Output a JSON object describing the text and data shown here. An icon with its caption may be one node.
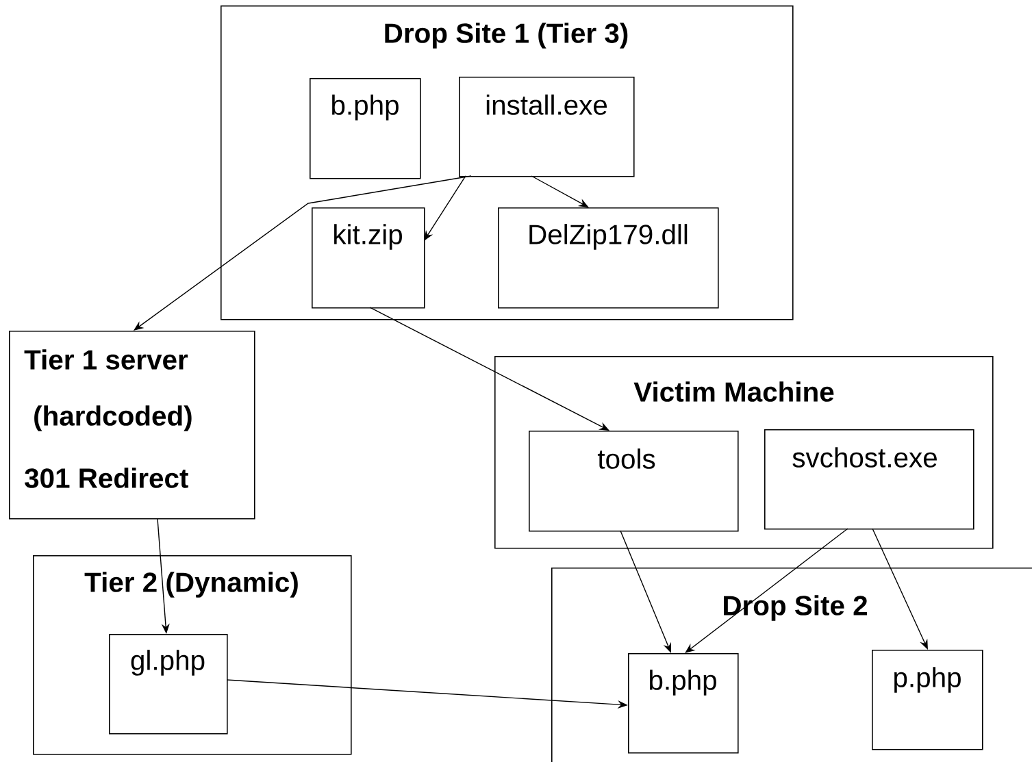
{
  "diagram": {
    "nodes": [
      {
        "text": [
          "Drop Site 1 (Tier 3)"
        ]
      },
      {
        "text": [
          "b.php"
        ],
        "in": 0
      },
      {
        "text": [
          "install.exe"
        ],
        "in": 0
      },
      {
        "text": [
          "kit.zip"
        ],
        "in": 0
      },
      {
        "text": [
          "DelZip179.dll"
        ],
        "in": 0
      },
      {
        "text": [
          "Tier 1 server",
          "(hardcoded)",
          "301 Redirect"
        ]
      },
      {
        "text": [
          "Tier 2 (Dynamic)"
        ]
      },
      {
        "text": [
          "gl.php"
        ],
        "in": 6
      },
      {
        "text": [
          "Victim Machine"
        ]
      },
      {
        "text": [
          "tools"
        ],
        "in": 8
      },
      {
        "text": [
          "svchost.exe"
        ],
        "in": 8
      },
      {
        "text": [
          "Drop Site 2"
        ]
      },
      {
        "text": [
          "b.php"
        ],
        "in": 11
      },
      {
        "text": [
          "p.php"
        ],
        "in": 11
      }
    ],
    "edges": [
      {
        "from": 2,
        "to": 5,
        "arrow": "to"
      },
      {
        "from": 2,
        "to": 3,
        "arrow": "to"
      },
      {
        "from": 2,
        "to": 4,
        "arrow": "to"
      },
      {
        "from": 3,
        "to": 9,
        "arrow": "to"
      },
      {
        "from": 5,
        "to": 7,
        "arrow": "to"
      },
      {
        "from": 7,
        "to": 12,
        "arrow": "to"
      },
      {
        "from": 9,
        "to": 12,
        "arrow": "to"
      },
      {
        "from": 10,
        "to": 12,
        "arrow": "to"
      },
      {
        "from": 10,
        "to": 13,
        "arrow": "to"
      }
    ]
  }
}
